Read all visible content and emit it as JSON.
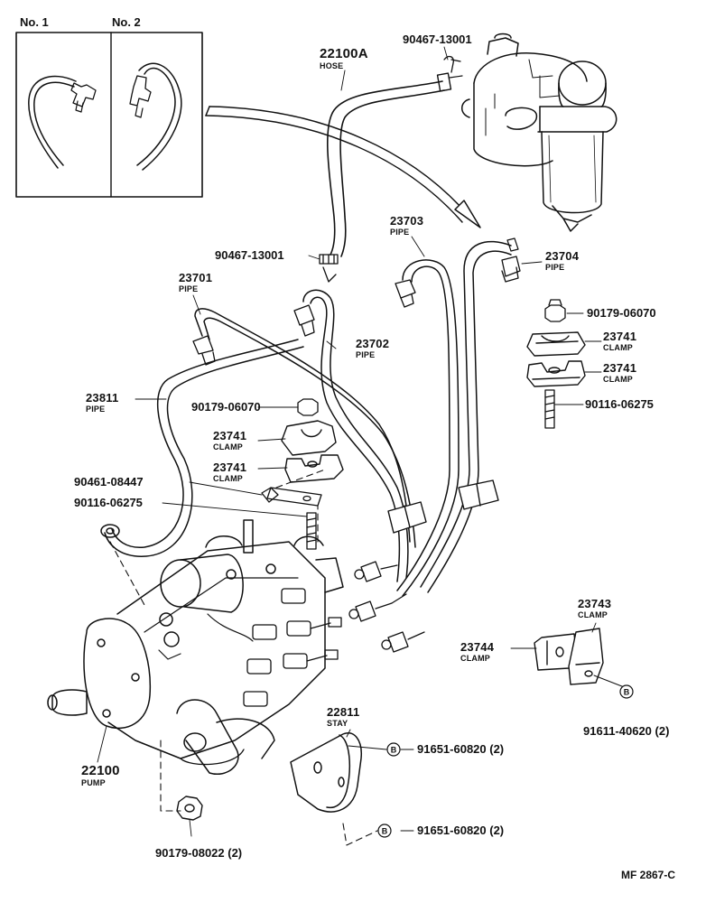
{
  "insets": {
    "no1": "No. 1",
    "no2": "No. 2"
  },
  "labels": {
    "hose_22100a": {
      "num": "22100A",
      "sub": "HOSE"
    },
    "clip_top": "90467-13001",
    "clip_mid": "90467-13001",
    "pipe_23703": {
      "num": "23703",
      "sub": "PIPE"
    },
    "pipe_23704": {
      "num": "23704",
      "sub": "PIPE"
    },
    "pipe_23701": {
      "num": "23701",
      "sub": "PIPE"
    },
    "pipe_23702": {
      "num": "23702",
      "sub": "PIPE"
    },
    "pipe_23811": {
      "num": "23811",
      "sub": "PIPE"
    },
    "nut_r": "90179-06070",
    "clamp_r1": {
      "num": "23741",
      "sub": "CLAMP"
    },
    "clamp_r2": {
      "num": "23741",
      "sub": "CLAMP"
    },
    "bolt_r": "90116-06275",
    "nut_c": "90179-06070",
    "clamp_c1": {
      "num": "23741",
      "sub": "CLAMP"
    },
    "clamp_c2": {
      "num": "23741",
      "sub": "CLAMP"
    },
    "screw_c": "90461-08447",
    "bolt_c": "90116-06275",
    "clamp_23743": {
      "num": "23743",
      "sub": "CLAMP"
    },
    "clamp_23744": {
      "num": "23744",
      "sub": "CLAMP"
    },
    "bolt_b1": "91611-40620 (2)",
    "stay_22811": {
      "num": "22811",
      "sub": "STAY"
    },
    "bolt_b2": "91651-60820 (2)",
    "bolt_b3": "91651-60820 (2)",
    "pump_22100": {
      "num": "22100",
      "sub": "PUMP"
    },
    "nut_pump": "90179-08022 (2)",
    "badge": "B",
    "ref": "MF 2867-C"
  }
}
